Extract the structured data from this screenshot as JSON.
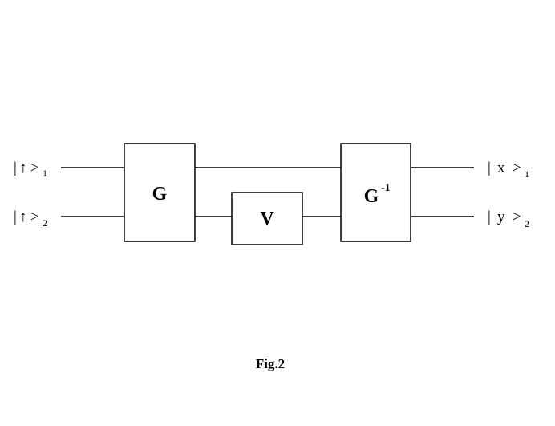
{
  "inputs": [
    {
      "bar": "|",
      "arrow": "↑",
      "close": ">",
      "sub": "1"
    },
    {
      "bar": "|",
      "arrow": "↑",
      "close": ">",
      "sub": "2"
    }
  ],
  "outputs": [
    {
      "bar": "|",
      "var": "x",
      "close": ">",
      "sub": "1"
    },
    {
      "bar": "|",
      "var": "y",
      "close": ">",
      "sub": "2"
    }
  ],
  "gates": {
    "g": {
      "label": "G"
    },
    "v": {
      "label": "V"
    },
    "g_inv": {
      "label": "G",
      "superscript": "-1"
    }
  },
  "caption": "Fig.2"
}
